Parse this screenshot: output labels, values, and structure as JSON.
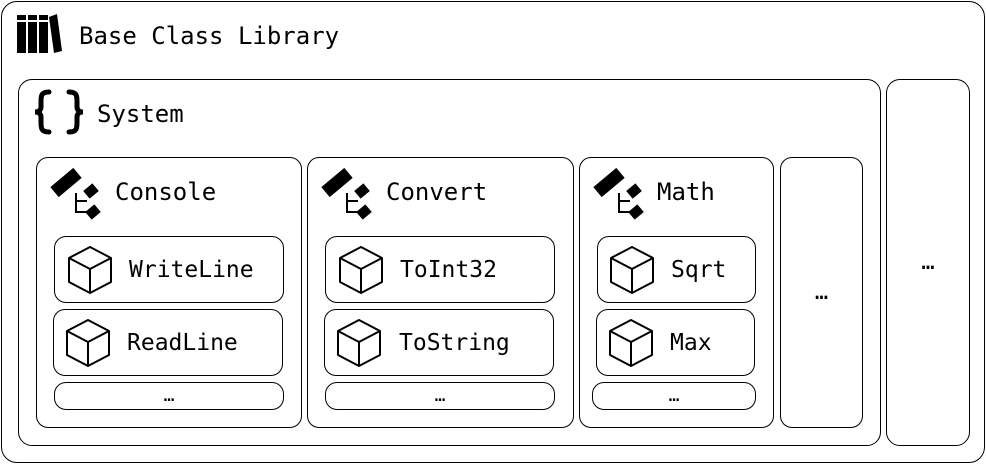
{
  "library": {
    "title": "Base Class Library",
    "icon": "books-icon",
    "more": "…"
  },
  "namespace": {
    "title": "System",
    "icon": "braces-icon",
    "more": "…"
  },
  "classes": [
    {
      "title": "Console",
      "icon": "class-icon",
      "methods": [
        "WriteLine",
        "ReadLine"
      ],
      "more": "…"
    },
    {
      "title": "Convert",
      "icon": "class-icon",
      "methods": [
        "ToInt32",
        "ToString"
      ],
      "more": "…"
    },
    {
      "title": "Math",
      "icon": "class-icon",
      "methods": [
        "Sqrt",
        "Max"
      ],
      "more": "…"
    }
  ],
  "method_icon": "cube-icon"
}
